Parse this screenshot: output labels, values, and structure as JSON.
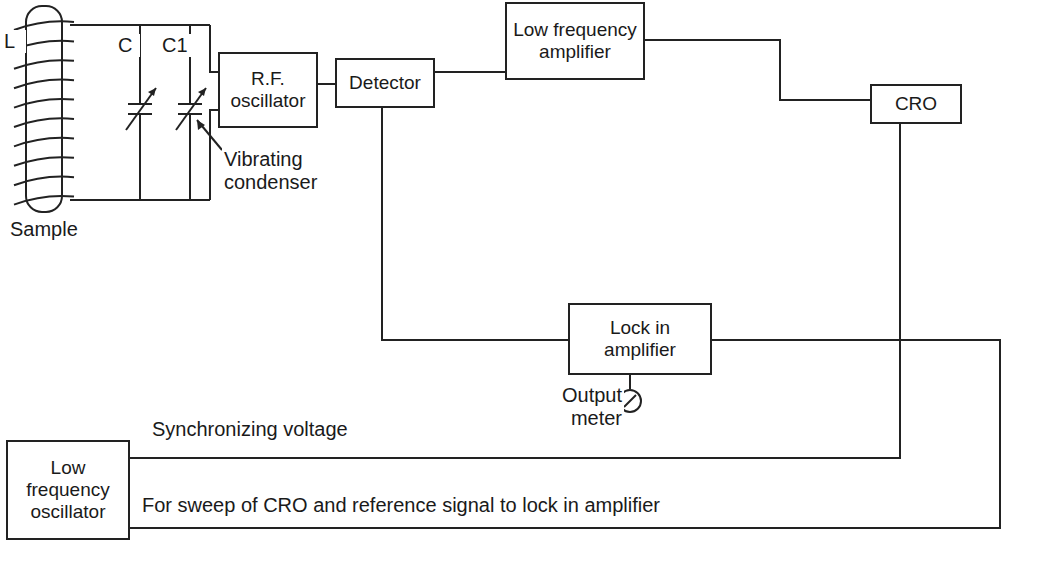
{
  "diagram": {
    "nodes": [
      {
        "text": [
          "R.F. oscillator"
        ]
      },
      {
        "text": [
          "Detector"
        ]
      },
      {
        "text": [
          "Low frequency amplifier"
        ]
      },
      {
        "text": [
          "CRO"
        ]
      },
      {
        "text": [
          "Lock in amplifier"
        ]
      },
      {
        "text": [
          "Low frequency oscillator"
        ]
      }
    ],
    "edges": [
      {
        "from": 0,
        "to": 1,
        "arrow": "none"
      },
      {
        "from": 1,
        "to": 2,
        "arrow": "none"
      },
      {
        "from": 2,
        "to": 3,
        "arrow": "none"
      },
      {
        "from": 1,
        "to": 4,
        "arrow": "none"
      },
      {
        "from": 5,
        "to": 3,
        "arrow": "none"
      },
      {
        "from": 5,
        "to": 4,
        "arrow": "none"
      }
    ],
    "labels": [
      "L",
      "C",
      "C1",
      "Vibrating condenser",
      "Sample",
      "Output meter",
      "Synchronizing voltage",
      "For sweep of CRO and reference signal to lock in amplifier"
    ]
  }
}
